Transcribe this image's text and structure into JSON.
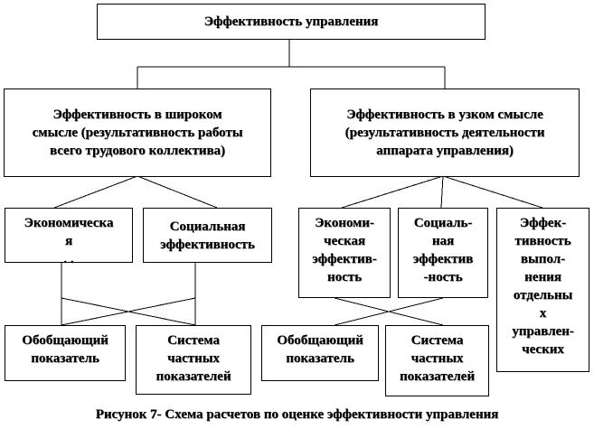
{
  "diagram": {
    "root": "Эффективность управления",
    "broad": "Эффективность в широком\nсмысле (результативность работы\nвсего трудового коллектива)",
    "narrow": "Эффективность в узком смысле\n(результативность деятельности\nаппарата управления)",
    "broad_children": {
      "economic": "Экономическа\nя\n. .",
      "social": "Социальная\nэффективность"
    },
    "narrow_children": {
      "economic": "Экономи-\nческая\nэффектив-\nность",
      "social": "Социаль-\nная\nэффектив\n-ность",
      "execution": "Эффек-\nтивность\nвыпол-\nнения\nотдельны\nх\nуправлен-\nческих"
    },
    "broad_indicators": {
      "general": "Обобщающий\nпоказатель",
      "partial": "Система\nчастных\nпоказателей"
    },
    "narrow_indicators": {
      "general": "Обобщающий\nпоказатель",
      "partial": "Система\nчастных\nпоказателей"
    },
    "caption": "Рисунок 7- Схема расчетов по оценке эффективности управления"
  }
}
